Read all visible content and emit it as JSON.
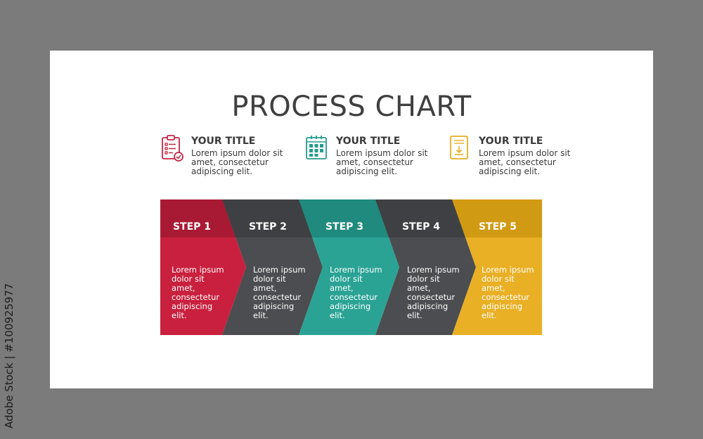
{
  "credit": "Adobe Stock | #100925977",
  "title": "PROCESS CHART",
  "info": [
    {
      "heading": "YOUR TITLE",
      "body": "Lorem ipsum dolor sit amet, consectetur adipiscing elit.",
      "icon": "clipboard-check-icon",
      "color": "#c62644"
    },
    {
      "heading": "YOUR TITLE",
      "body": "Lorem ipsum dolor sit amet, consectetur adipiscing elit.",
      "icon": "calendar-icon",
      "color": "#259c8e"
    },
    {
      "heading": "YOUR TITLE",
      "body": "Lorem ipsum dolor sit amet, consectetur adipiscing elit.",
      "icon": "document-download-icon",
      "color": "#e8ad20"
    }
  ],
  "steps": [
    {
      "label": "STEP 1",
      "body": "Lorem ipsum dolor sit amet, consectetur adipiscing elit.",
      "color": "#c8203e",
      "header_color": "#a81a33"
    },
    {
      "label": "STEP 2",
      "body": "Lorem ipsum dolor sit amet, consectetur adipiscing elit.",
      "color": "#4c4d50",
      "header_color": "#3f4043"
    },
    {
      "label": "STEP 3",
      "body": "Lorem ipsum dolor sit amet, consectetur adipiscing elit.",
      "color": "#2aa395",
      "header_color": "#1f8a7d"
    },
    {
      "label": "STEP 4",
      "body": "Lorem ipsum dolor sit amet, consectetur adipiscing elit.",
      "color": "#4c4d50",
      "header_color": "#3f4043"
    },
    {
      "label": "STEP 5",
      "body": "Lorem ipsum dolor sit amet, consectetur adipiscing elit.",
      "color": "#e9b026",
      "header_color": "#d19a13"
    }
  ]
}
